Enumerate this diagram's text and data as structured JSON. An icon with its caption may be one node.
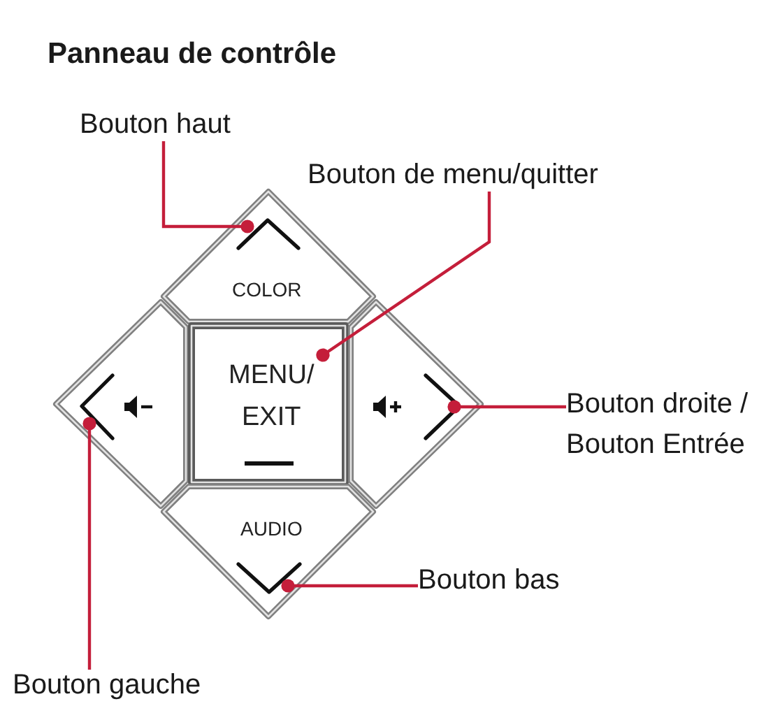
{
  "diagram": {
    "title": "Panneau de contrôle",
    "nodes": [
      {
        "text": [
          "Bouton haut"
        ]
      },
      {
        "text": [
          "Bouton de menu/quitter"
        ]
      },
      {
        "text": [
          "COLOR"
        ]
      },
      {
        "text": [],
        "shape": "pentagon"
      },
      {
        "text": [
          "MENU/ EXIT"
        ]
      },
      {
        "text": [],
        "shape": "pentagon"
      },
      {
        "text": [
          "Bouton droite / Bouton Entrée"
        ]
      },
      {
        "text": [
          "AUDIO"
        ]
      },
      {
        "text": [
          "Bouton bas"
        ]
      },
      {
        "text": [
          "Bouton gauche"
        ]
      }
    ],
    "edges": [
      {
        "from": 0,
        "to": 2,
        "arrow": "other"
      },
      {
        "from": 1,
        "to": 4,
        "arrow": "other"
      },
      {
        "from": 6,
        "to": 5,
        "arrow": "other"
      },
      {
        "from": 8,
        "to": 7,
        "arrow": "other"
      },
      {
        "from": 9,
        "to": 3,
        "arrow": "other"
      }
    ]
  }
}
